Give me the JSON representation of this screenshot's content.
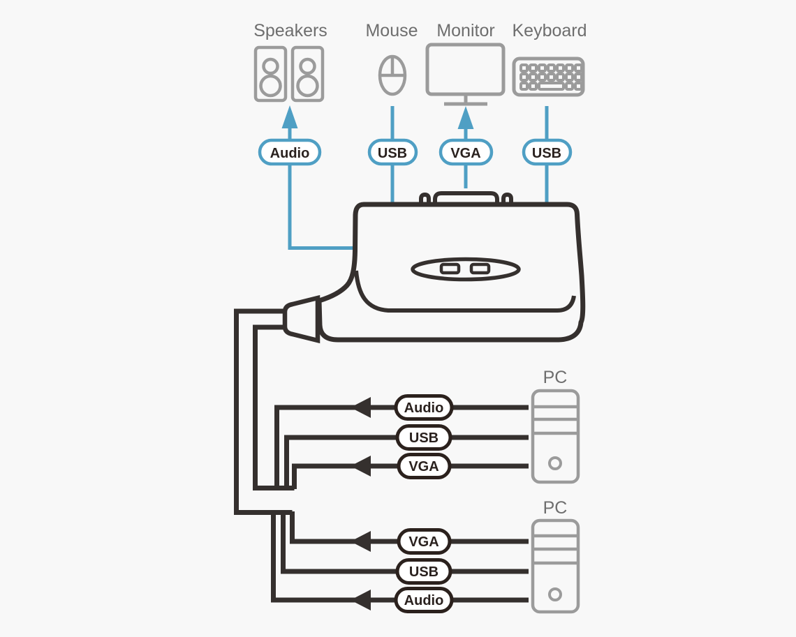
{
  "diagram": {
    "kind": "KVM switch connection diagram",
    "colors": {
      "background": "#f8f8f8",
      "accent_blue": "#4f9fc4",
      "cable_dark": "#35302e",
      "pill_border_dark": "#2b211d",
      "icon_gray": "#9b9b9b",
      "label_gray": "#6e6e6e"
    },
    "peripherals": [
      {
        "label": "Speakers",
        "cable": "Audio"
      },
      {
        "label": "Mouse",
        "cable": "USB"
      },
      {
        "label": "Monitor",
        "cable": "VGA"
      },
      {
        "label": "Keyboard",
        "cable": "USB"
      }
    ],
    "computers": [
      {
        "label": "PC",
        "cables": [
          "Audio",
          "USB",
          "VGA"
        ]
      },
      {
        "label": "PC",
        "cables": [
          "VGA",
          "USB",
          "Audio"
        ]
      }
    ]
  }
}
